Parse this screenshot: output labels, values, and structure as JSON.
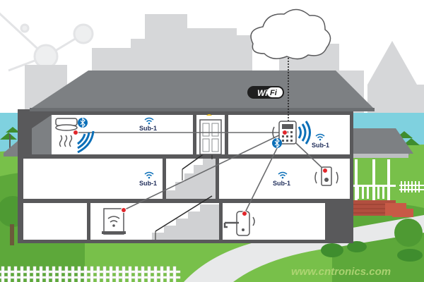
{
  "labels": {
    "wifi_left": "Wi",
    "wifi_right": "Fi",
    "sub1": "Sub-1",
    "watermark": "www.cntronics.com"
  },
  "colors": {
    "sky": "#ffffff",
    "city": "#d6d7d9",
    "sea": "#7fd1df",
    "grass": "#78c04a",
    "roof": "#7d8083",
    "wall": "#59595b",
    "room": "#ffffff",
    "accent_blue": "#0b6fb8",
    "node_red": "#e0262b",
    "brick": "#b14f3f"
  },
  "icons": {
    "cloud": "cloud-icon",
    "bluetooth": "bluetooth-icon",
    "wifi": "wifi-icon",
    "smoke_detector": "smoke-detector-icon",
    "thermostat": "thermostat-icon",
    "speaker": "speaker-icon",
    "window": "window-icon",
    "door_lock": "door-lock-icon",
    "door": "door-icon"
  }
}
